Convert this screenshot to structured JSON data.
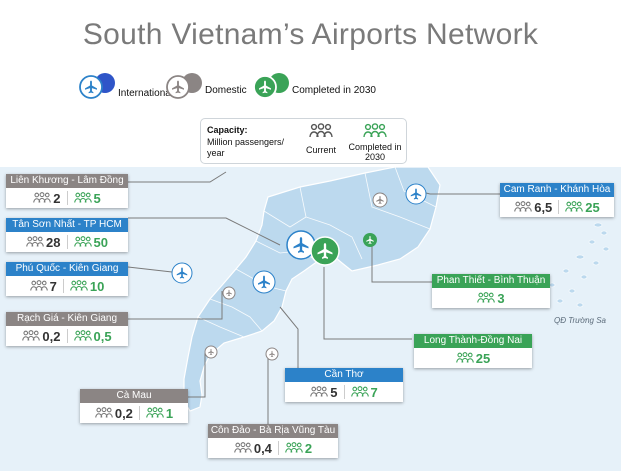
{
  "title": "South Vietnam’s Airports Network",
  "legend": {
    "international": "International",
    "domestic": "Domestic",
    "completed": "Completed in 2030"
  },
  "capacity": {
    "heading": "Capacity:",
    "unit": "Million passengers/ year",
    "current": "Current",
    "completed": "Completed in 2030"
  },
  "sea_label": "QĐ Trường Sa",
  "colors": {
    "international": "#2c82c9",
    "domestic": "#8b8584",
    "completed": "#3aa357",
    "land": "#bcd9ee",
    "sea": "#e6f1f9"
  },
  "airports": [
    {
      "name": "Liên Khương - Lâm Đồng",
      "type": "domestic",
      "current": "2",
      "completed": "5"
    },
    {
      "name": "Tân Sơn Nhất - TP HCM",
      "type": "international",
      "current": "28",
      "completed": "50"
    },
    {
      "name": "Phú Quốc - Kiên Giang",
      "type": "international",
      "current": "7",
      "completed": "10"
    },
    {
      "name": "Rạch Giá - Kiên Giang",
      "type": "domestic",
      "current": "0,2",
      "completed": "0,5"
    },
    {
      "name": "Cà Mau",
      "type": "domestic",
      "current": "0,2",
      "completed": "1"
    },
    {
      "name": "Côn Đảo - Bà Rịa Vũng Tàu",
      "type": "domestic",
      "current": "0,4",
      "completed": "2"
    },
    {
      "name": "Cần Thơ",
      "type": "international",
      "current": "5",
      "completed": "7"
    },
    {
      "name": "Long Thành-Đồng Nai",
      "type": "completed",
      "current": "",
      "completed": "25"
    },
    {
      "name": "Phan Thiết - Bình Thuận",
      "type": "completed",
      "current": "",
      "completed": "3"
    },
    {
      "name": "Cam Ranh - Khánh Hòa",
      "type": "international",
      "current": "6,5",
      "completed": "25"
    }
  ]
}
